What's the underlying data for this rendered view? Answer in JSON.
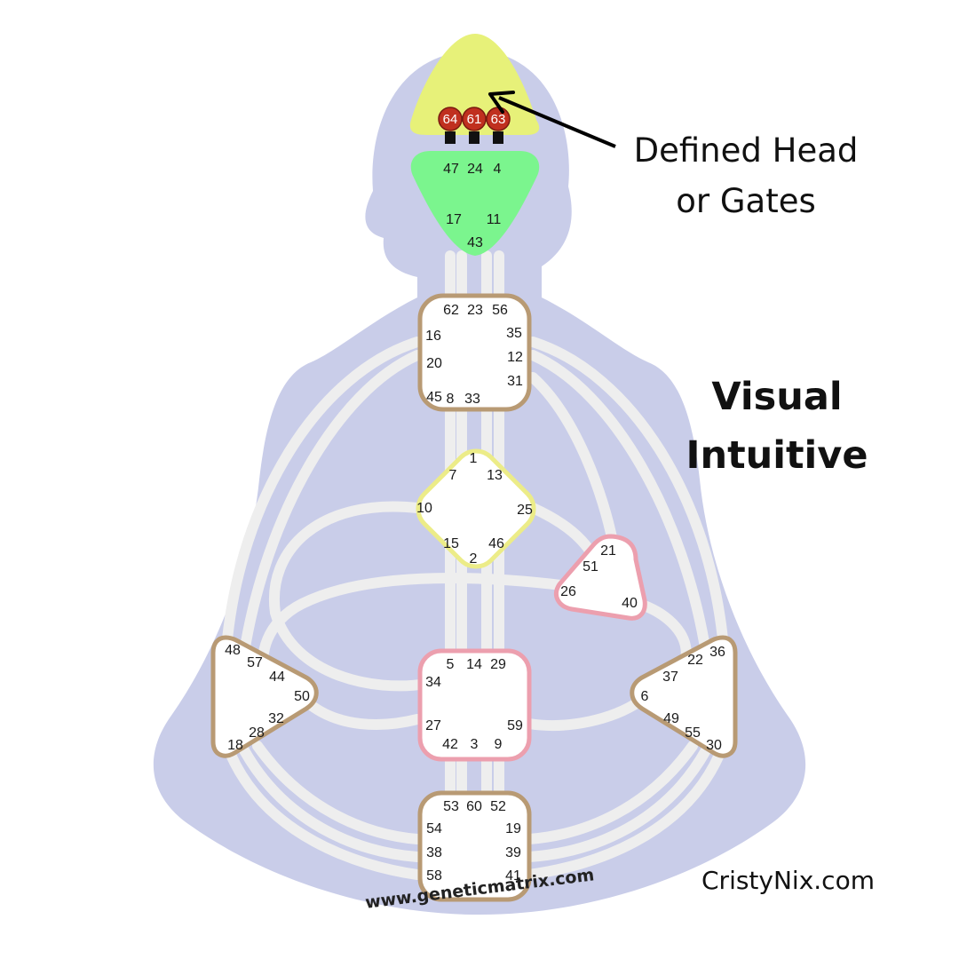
{
  "annotation": {
    "line1": "Defined Head",
    "line2": "or Gates"
  },
  "profile": {
    "line1": "Visual",
    "line2": "Intuitive"
  },
  "credit": "CristyNix.com",
  "watermark": "www.geneticmatrix.com",
  "colors": {
    "body_silhouette": "#c9cde9",
    "channels": "#eeeeee",
    "head_center": "#e7f179",
    "ajna_center": "#7bf58e",
    "g_center_outline": "#ecec88",
    "heart_outline": "#ec9fae",
    "sacral_outline": "#ec9fae",
    "neutral_outline": "#b89a74",
    "active_gate": "#c0301f",
    "arrow": "#000000"
  },
  "centers": {
    "head": {
      "defined": true,
      "active_gates": [
        "64",
        "61",
        "63"
      ]
    },
    "ajna": {
      "defined": true,
      "gates": [
        "47",
        "24",
        "4",
        "17",
        "11",
        "43"
      ]
    },
    "throat": {
      "defined": false,
      "gates": [
        "62",
        "23",
        "56",
        "16",
        "35",
        "20",
        "12",
        "45",
        "31",
        "8",
        "33"
      ]
    },
    "g": {
      "defined": false,
      "gates": [
        "1",
        "7",
        "13",
        "10",
        "25",
        "15",
        "46",
        "2"
      ]
    },
    "heart": {
      "defined": false,
      "gates": [
        "21",
        "51",
        "26",
        "40"
      ]
    },
    "spleen": {
      "defined": false,
      "gates": [
        "48",
        "57",
        "44",
        "50",
        "32",
        "28",
        "18"
      ]
    },
    "sacral": {
      "defined": false,
      "gates": [
        "5",
        "14",
        "29",
        "34",
        "27",
        "59",
        "42",
        "3",
        "9"
      ]
    },
    "solar_plexus": {
      "defined": false,
      "gates": [
        "36",
        "22",
        "37",
        "6",
        "49",
        "55",
        "30"
      ]
    },
    "root": {
      "defined": false,
      "gates": [
        "53",
        "60",
        "52",
        "54",
        "19",
        "38",
        "39",
        "58",
        "41"
      ]
    }
  }
}
